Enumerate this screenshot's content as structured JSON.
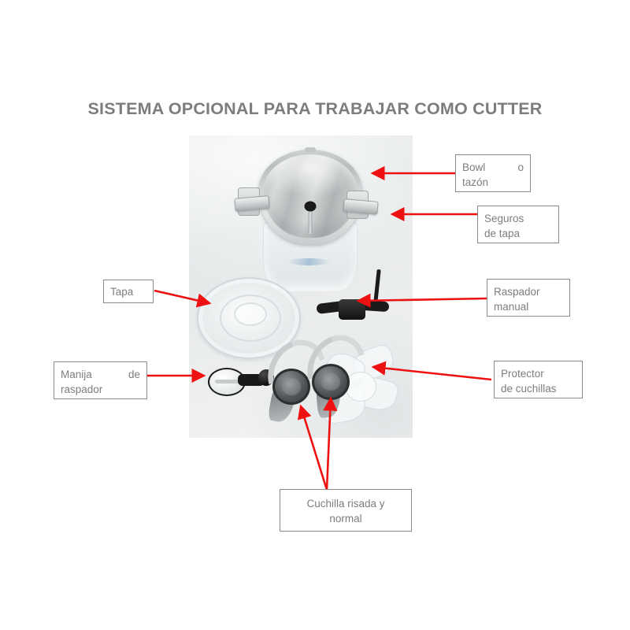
{
  "page": {
    "title": "SISTEMA OPCIONAL PARA TRABAJAR COMO CUTTER",
    "accent_color": "#ee1111",
    "text_color": "#7d7d7d",
    "box_border_color": "#8b8b8b",
    "background_color": "#ffffff"
  },
  "photo": {
    "alt_name": "cutter-accessories-photo",
    "parts": [
      "stainless-bowl",
      "lid",
      "scraper-arm",
      "scraper-handle",
      "serrated-blade",
      "normal-blade",
      "blade-protector"
    ]
  },
  "callouts": [
    {
      "id": "bowl",
      "line1": "Bowl",
      "line2": "tazón",
      "text": "Bowl o tazón",
      "align": "justify"
    },
    {
      "id": "seguros",
      "line1": "Seguros",
      "line2": "de tapa",
      "text": "Seguros de tapa",
      "align": "left"
    },
    {
      "id": "raspador",
      "line1": "Raspador",
      "line2": "manual",
      "text": "Raspador manual",
      "align": "left"
    },
    {
      "id": "protector",
      "line1": "Protector",
      "line2": "de cuchillas",
      "text": "Protector de cuchillas",
      "align": "left"
    },
    {
      "id": "tapa",
      "line1": "Tapa",
      "line2": "",
      "text": "Tapa",
      "align": "left"
    },
    {
      "id": "manija",
      "line1": "Manija",
      "line2": "raspador",
      "text": "Manija de raspador",
      "align": "justify"
    },
    {
      "id": "cuchilla",
      "line1": "Cuchilla risada y",
      "line2": "normal",
      "text": "Cuchilla risada y normal",
      "align": "center"
    }
  ],
  "labels": {
    "bowl_word1": "Bowl",
    "bowl_word2": "o",
    "bowl_line2": "tazón",
    "seguros_line1": "Seguros",
    "seguros_line2": "de tapa",
    "raspador_line1": "Raspador",
    "raspador_line2": "manual",
    "protector_line1": "Protector",
    "protector_line2": "de cuchillas",
    "tapa_line1": "Tapa",
    "manija_word1": "Manija",
    "manija_word2": "de",
    "manija_line2": "raspador",
    "cuchilla_line1": "Cuchilla risada y",
    "cuchilla_line2": "normal"
  }
}
